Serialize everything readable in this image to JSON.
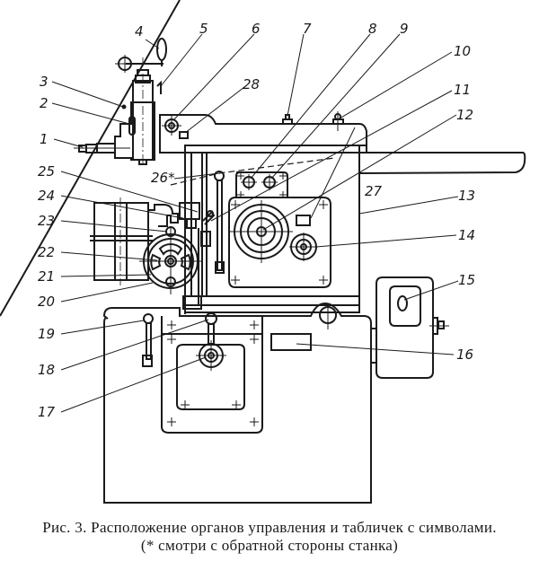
{
  "figure": {
    "caption_line_1": "Рис. 3. Расположение органов управления и табличек с символами.",
    "caption_line_2": "(* смотри с обратной стороны станка)"
  },
  "callouts": [
    {
      "id": "1",
      "label": "1"
    },
    {
      "id": "2",
      "label": "2"
    },
    {
      "id": "3",
      "label": "3"
    },
    {
      "id": "4",
      "label": "4"
    },
    {
      "id": "5",
      "label": "5"
    },
    {
      "id": "6",
      "label": "6"
    },
    {
      "id": "7",
      "label": "7"
    },
    {
      "id": "8",
      "label": "8"
    },
    {
      "id": "9",
      "label": "9"
    },
    {
      "id": "10",
      "label": "10"
    },
    {
      "id": "11",
      "label": "11"
    },
    {
      "id": "12",
      "label": "12"
    },
    {
      "id": "13",
      "label": "13"
    },
    {
      "id": "14",
      "label": "14"
    },
    {
      "id": "15",
      "label": "15"
    },
    {
      "id": "16",
      "label": "16"
    },
    {
      "id": "17",
      "label": "17"
    },
    {
      "id": "18",
      "label": "18"
    },
    {
      "id": "19",
      "label": "19"
    },
    {
      "id": "20",
      "label": "20"
    },
    {
      "id": "21",
      "label": "21"
    },
    {
      "id": "22",
      "label": "22"
    },
    {
      "id": "23",
      "label": "23"
    },
    {
      "id": "24",
      "label": "24"
    },
    {
      "id": "25",
      "label": "25"
    },
    {
      "id": "26",
      "label": "26*"
    },
    {
      "id": "27",
      "label": "27"
    },
    {
      "id": "28",
      "label": "28"
    }
  ]
}
